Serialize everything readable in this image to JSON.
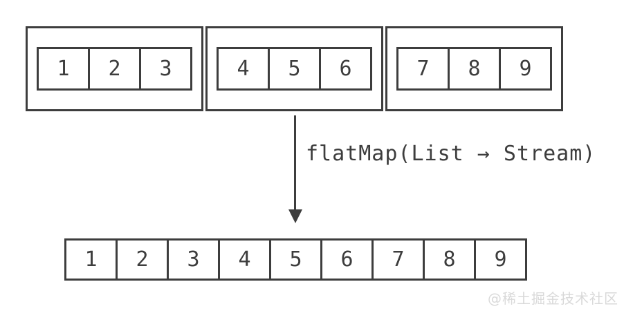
{
  "colors": {
    "stroke": "#3d3d3d",
    "background": "#ffffff",
    "watermark": "#d9d9d9"
  },
  "source_lists": [
    {
      "values": [
        "1",
        "2",
        "3"
      ]
    },
    {
      "values": [
        "4",
        "5",
        "6"
      ]
    },
    {
      "values": [
        "7",
        "8",
        "9"
      ]
    }
  ],
  "operation": {
    "label": "flatMap(List → Stream)"
  },
  "result_stream": {
    "values": [
      "1",
      "2",
      "3",
      "4",
      "5",
      "6",
      "7",
      "8",
      "9"
    ]
  },
  "watermark": {
    "text": "@稀土掘金技术社区"
  }
}
